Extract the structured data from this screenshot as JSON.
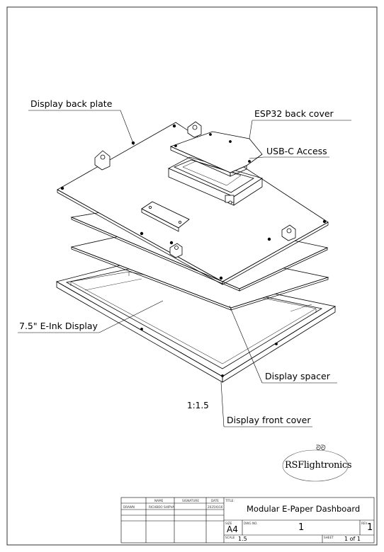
{
  "callouts": {
    "display_back_plate": "Display back plate",
    "esp32_back_cover": "ESP32 back cover",
    "usb_c_access": "USB-C Access",
    "eink_display": "7.5\" E-Ink Display",
    "display_spacer": "Display spacer",
    "display_front_cover": "Display front cover"
  },
  "view_scale": "1:1.5",
  "logo": {
    "text": "RSFlightronics",
    "mark": "ᘐᘐ"
  },
  "title_block": {
    "hdr_name": "NAME",
    "hdr_signature": "SIGNATURE",
    "hdr_date": "DATE",
    "row_drawn": "DRAWN",
    "drawn_name": "RICHBOO SHIPVA",
    "drawn_date": "2025/6/16",
    "title_label": "TITLE:",
    "title": "Modular E-Paper Dashboard",
    "size_label": "SIZE",
    "size": "A4",
    "dwg_label": "DWG NO.",
    "dwg_no": "1",
    "rev_label": "REV",
    "rev": "1",
    "scale_label": "SCALE",
    "scale": "1.5",
    "sheet_label": "SHEET",
    "sheet": "1 of 1"
  }
}
